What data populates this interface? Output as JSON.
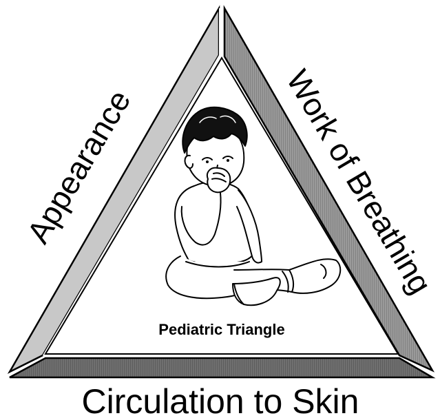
{
  "labels": {
    "left_side": "Appearance",
    "right_side": "Work of Breathing",
    "bottom_side": "Circulation to Skin",
    "center": "Pediatric Triangle"
  },
  "illustration": {
    "subject": "seated infant",
    "icon": "baby-illustration"
  },
  "colors": {
    "outline": "#000000",
    "left_bar": "#bfbfbf",
    "right_bar": "#8c8c8c",
    "bottom_bar": "#6e6e6e",
    "background": "#ffffff"
  }
}
